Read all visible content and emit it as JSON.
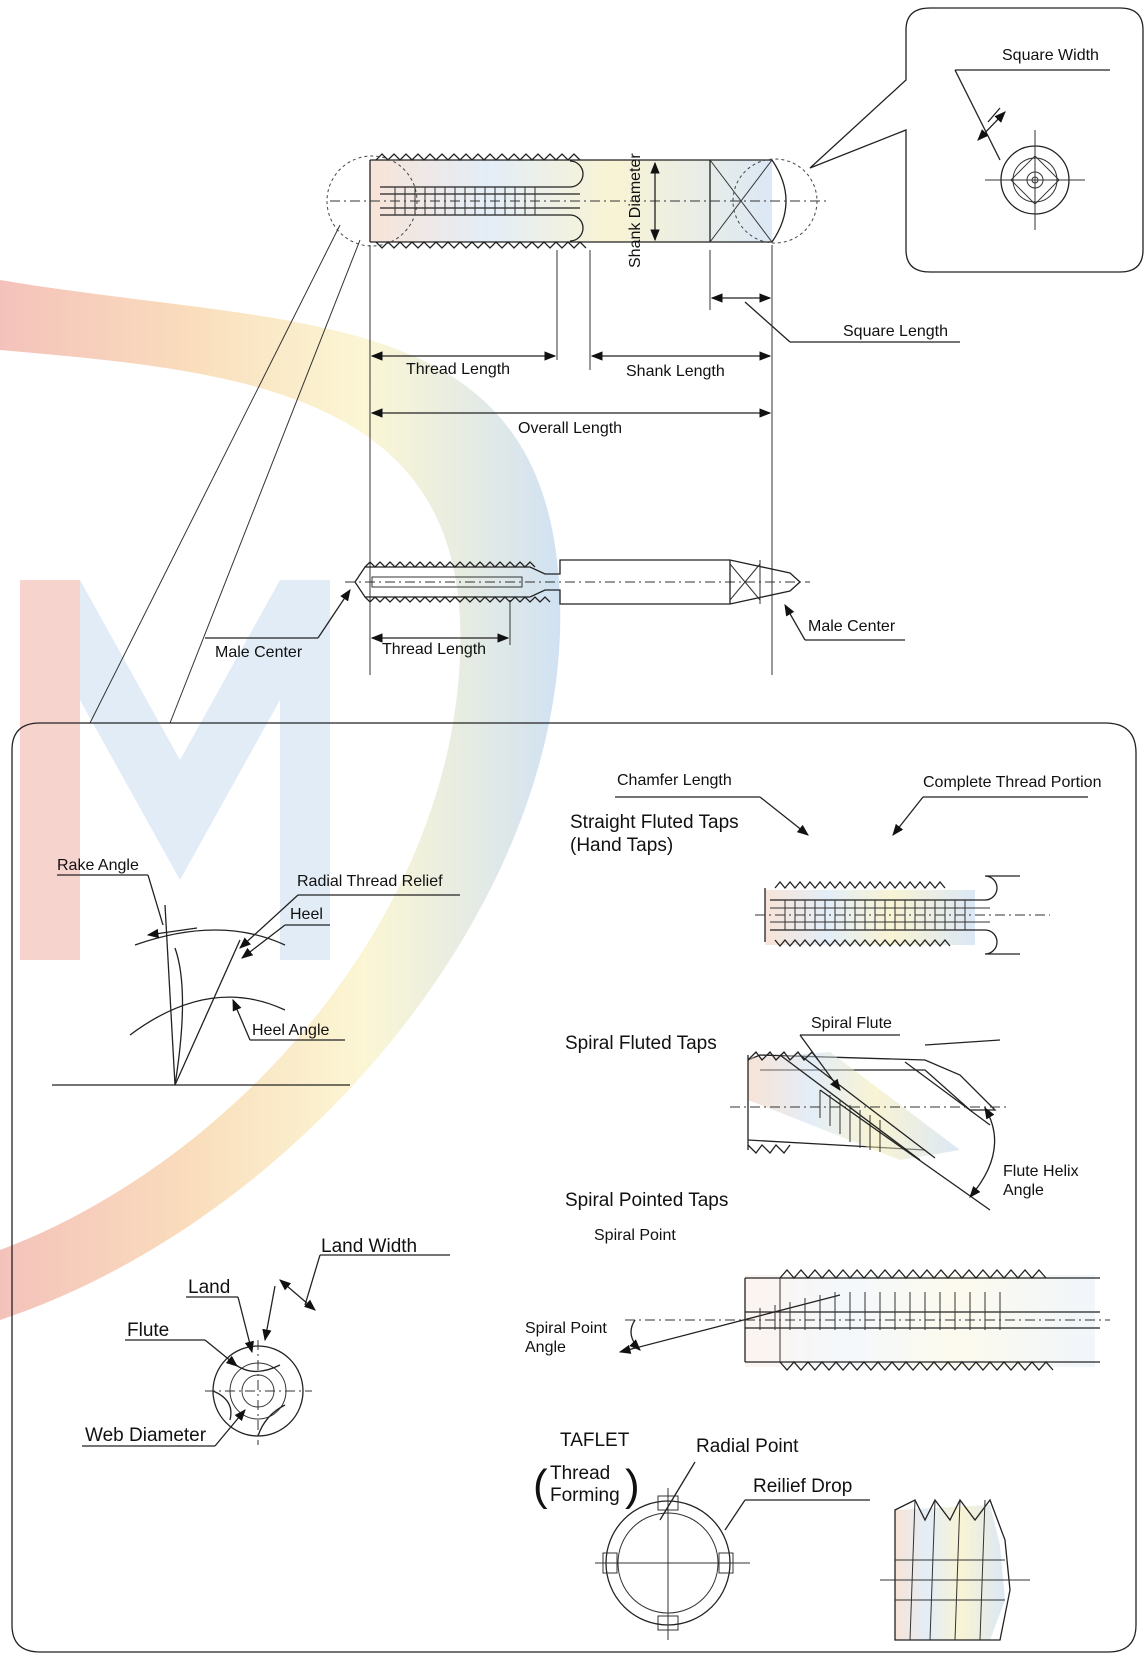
{
  "labels": {
    "square_width": "Square Width",
    "shank_diameter": "Shank Diameter",
    "square_length": "Square Length",
    "thread_length_top": "Thread Length",
    "shank_length": "Shank Length",
    "overall_length": "Overall Length",
    "male_center_left": "Male Center",
    "male_center_right": "Male Center",
    "thread_length_bottom": "Thread Length",
    "chamfer_length": "Chamfer Length",
    "complete_thread_portion": "Complete Thread Portion",
    "straight_fluted_taps_1": "Straight Fluted Taps",
    "straight_fluted_taps_2": "(Hand Taps)",
    "rake_angle": "Rake Angle",
    "radial_thread_relief": "Radial Thread Relief",
    "heel": "Heel",
    "heel_angle": "Heel Angle",
    "spiral_flute": "Spiral Flute",
    "spiral_fluted_taps": "Spiral Fluted Taps",
    "flute_helix_angle_1": "Flute Helix",
    "flute_helix_angle_2": "Angle",
    "spiral_pointed_taps": "Spiral Pointed Taps",
    "spiral_point": "Spiral Point",
    "spiral_point_angle_1": "Spiral Point",
    "spiral_point_angle_2": "Angle",
    "land_width": "Land Width",
    "land": "Land",
    "flute": "Flute",
    "web_diameter": "Web Diameter",
    "taflet": "TAFLET",
    "thread_forming_1": "Thread",
    "thread_forming_2": "Forming",
    "radial_point": "Radial Point",
    "relief_drop": "Reilief Drop"
  },
  "colors": {
    "watermark_red": "#e0503c",
    "watermark_orange": "#f0a040",
    "watermark_blue": "#78aadc",
    "watermark_yellow": "#f2e070",
    "line": "#222222"
  }
}
